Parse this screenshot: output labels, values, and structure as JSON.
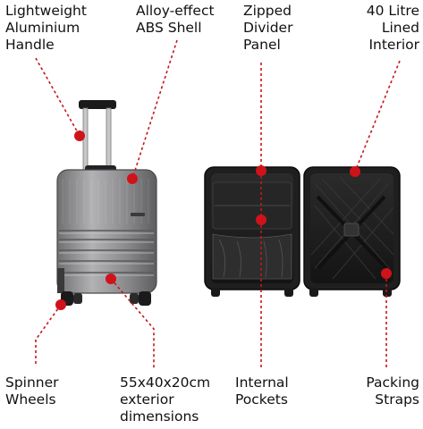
{
  "labels": {
    "handle": "Lightweight\nAluminium\nHandle",
    "shell": "Alloy-effect\nABS Shell",
    "divider": "Zipped\nDivider\nPanel",
    "interior": "40 Litre\nLined\nInterior",
    "wheels": "Spinner\nWheels",
    "dimensions": "55x40x20cm\nexterior\ndimensions",
    "pockets": "Internal\nPockets",
    "straps": "Packing\nStraps"
  },
  "colors": {
    "marker": "#d0121b",
    "shell": "#8e8e90",
    "lining": "#1c1c1c"
  }
}
